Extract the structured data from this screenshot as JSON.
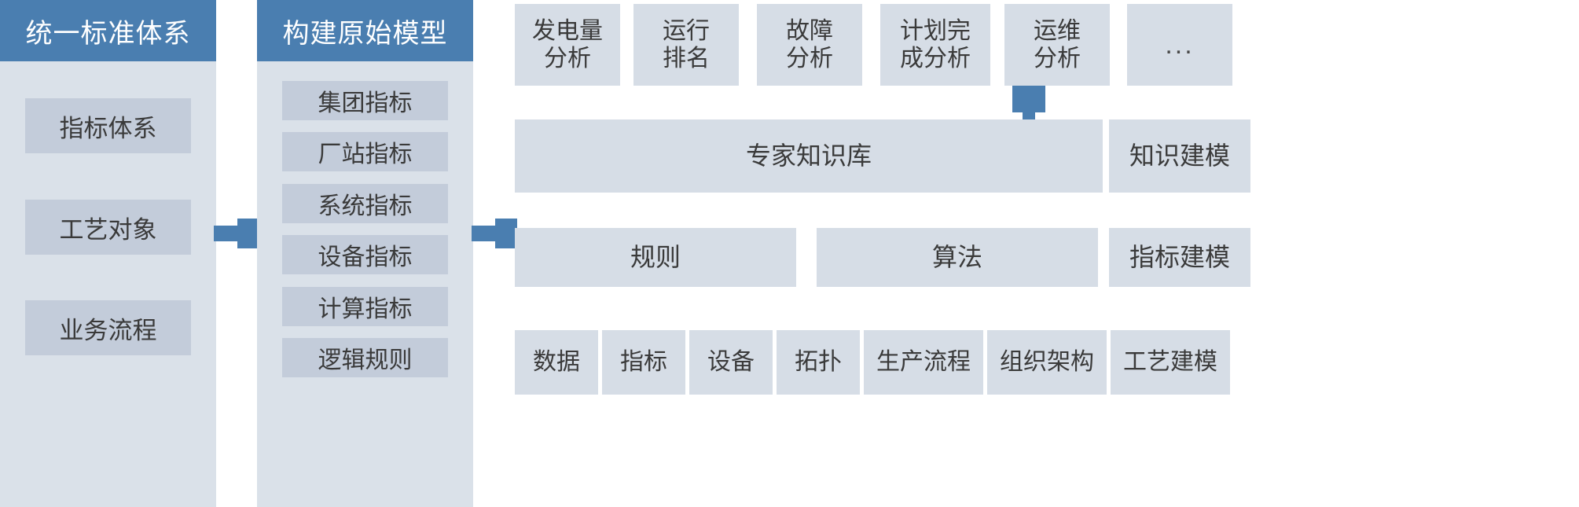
{
  "diagram": {
    "columns": [
      {
        "id": "unified-standard-system",
        "header": "统一标准体系",
        "items": [
          {
            "label": "指标体系"
          },
          {
            "label": "工艺对象"
          },
          {
            "label": "业务流程"
          }
        ]
      },
      {
        "id": "build-original-model",
        "header": "构建原始模型",
        "items": [
          {
            "label": "集团指标"
          },
          {
            "label": "厂站指标"
          },
          {
            "label": "系统指标"
          },
          {
            "label": "设备指标"
          },
          {
            "label": "计算指标"
          },
          {
            "label": "逻辑规则"
          }
        ]
      }
    ],
    "analysis_row": [
      {
        "label": "发电量\n分析"
      },
      {
        "label": "运行\n排名"
      },
      {
        "label": "故障\n分析"
      },
      {
        "label": "计划完\n成分析"
      },
      {
        "label": "运维\n分析"
      },
      {
        "label": "..."
      }
    ],
    "knowledge_row": [
      {
        "label": "专家知识库"
      },
      {
        "label": "知识建模"
      }
    ],
    "rule_row": [
      {
        "label": "规则"
      },
      {
        "label": "算法"
      },
      {
        "label": "指标建模"
      }
    ],
    "base_row": [
      {
        "label": "数据"
      },
      {
        "label": "指标"
      },
      {
        "label": "设备"
      },
      {
        "label": "拓扑"
      },
      {
        "label": "生产流程"
      },
      {
        "label": "组织架构"
      },
      {
        "label": "工艺建模"
      }
    ],
    "connectors": [
      {
        "name": "arrow-col1-to-col2",
        "direction": "right"
      },
      {
        "name": "arrow-col2-to-rules",
        "direction": "right"
      },
      {
        "name": "arrow-fault-to-knowledge",
        "direction": "down"
      }
    ],
    "colors": {
      "header_blue": "#4a7eb0",
      "panel_bg": "#dae1e9",
      "item_bg": "#c3ccda",
      "box_bg": "#d6dde6",
      "text": "#3a3a3a",
      "header_text": "#ffffff"
    }
  }
}
